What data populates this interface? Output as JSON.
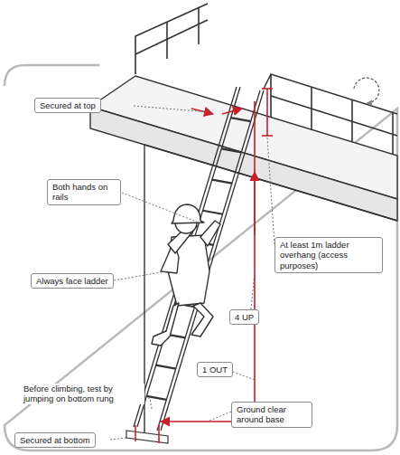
{
  "diagram": {
    "nodes": [
      {
        "text": [
          "Secured at top"
        ]
      },
      {
        "text": [
          "Both hands on rails"
        ]
      },
      {
        "text": [
          "Always face ladder"
        ]
      },
      {
        "text": [
          "4 UP"
        ]
      },
      {
        "text": [
          "At least 1m ladder overhang (access purposes)"
        ]
      },
      {
        "text": [
          "1 OUT"
        ]
      },
      {
        "text": [
          "Ground clear around base"
        ]
      },
      {
        "text": [
          "Secured at bottom"
        ]
      }
    ],
    "labels": [
      "Before climbing, test by jumping on bottom rung"
    ]
  }
}
